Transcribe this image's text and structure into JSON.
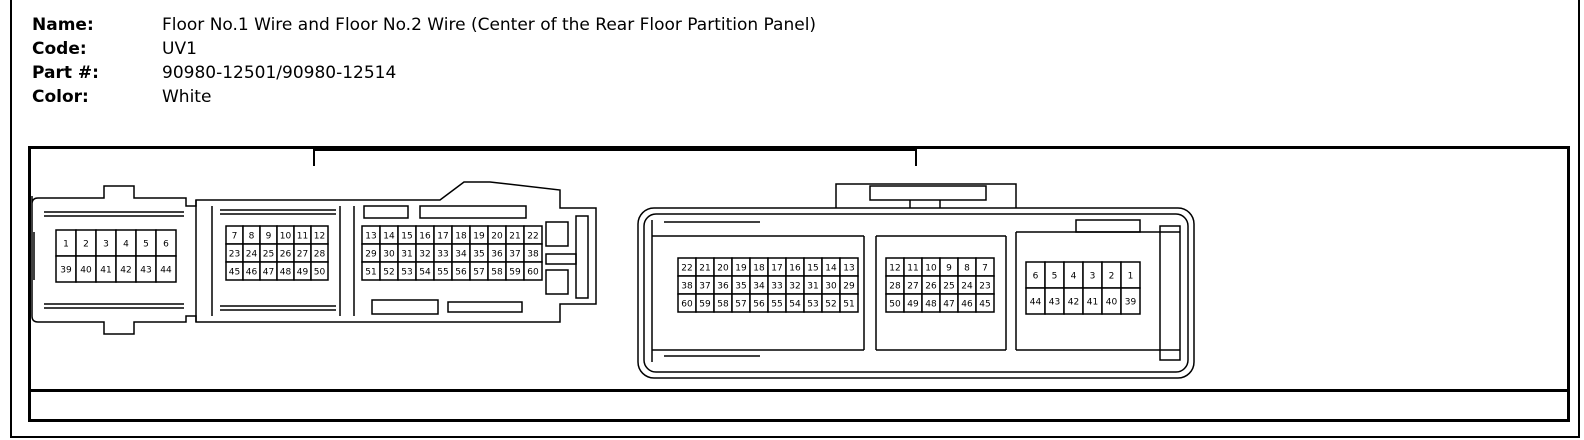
{
  "info": {
    "name_label": "Name:",
    "name_value": "Floor No.1 Wire and Floor No.2 Wire (Center of the Rear Floor Partition Panel)",
    "code_label": "Code:",
    "code_value": "UV1",
    "part_label": "Part #:",
    "part_value": "90980-12501/90980-12514",
    "color_label": "Color:",
    "color_value": "White"
  },
  "left_connector": {
    "blocks": [
      {
        "rows": [
          [
            "1",
            "2",
            "3",
            "4",
            "5",
            "6"
          ],
          [
            "39",
            "40",
            "41",
            "42",
            "43",
            "44"
          ]
        ]
      },
      {
        "rows": [
          [
            "7",
            "8",
            "9",
            "10",
            "11",
            "12"
          ],
          [
            "23",
            "24",
            "25",
            "26",
            "27",
            "28"
          ],
          [
            "45",
            "46",
            "47",
            "48",
            "49",
            "50"
          ]
        ]
      },
      {
        "rows": [
          [
            "13",
            "14",
            "15",
            "16",
            "17",
            "18",
            "19",
            "20",
            "21",
            "22"
          ],
          [
            "29",
            "30",
            "31",
            "32",
            "33",
            "34",
            "35",
            "36",
            "37",
            "38"
          ],
          [
            "51",
            "52",
            "53",
            "54",
            "55",
            "56",
            "57",
            "58",
            "59",
            "60"
          ]
        ]
      }
    ]
  },
  "right_connector": {
    "blocks": [
      {
        "rows": [
          [
            "22",
            "21",
            "20",
            "19",
            "18",
            "17",
            "16",
            "15",
            "14",
            "13"
          ],
          [
            "38",
            "37",
            "36",
            "35",
            "34",
            "33",
            "32",
            "31",
            "30",
            "29"
          ],
          [
            "60",
            "59",
            "58",
            "57",
            "56",
            "55",
            "54",
            "53",
            "52",
            "51"
          ]
        ]
      },
      {
        "rows": [
          [
            "12",
            "11",
            "10",
            "9",
            "8",
            "7"
          ],
          [
            "28",
            "27",
            "26",
            "25",
            "24",
            "23"
          ],
          [
            "50",
            "49",
            "48",
            "47",
            "46",
            "45"
          ]
        ]
      },
      {
        "rows": [
          [
            "6",
            "5",
            "4",
            "3",
            "2",
            "1"
          ],
          [
            "44",
            "43",
            "42",
            "41",
            "40",
            "39"
          ]
        ]
      }
    ]
  }
}
